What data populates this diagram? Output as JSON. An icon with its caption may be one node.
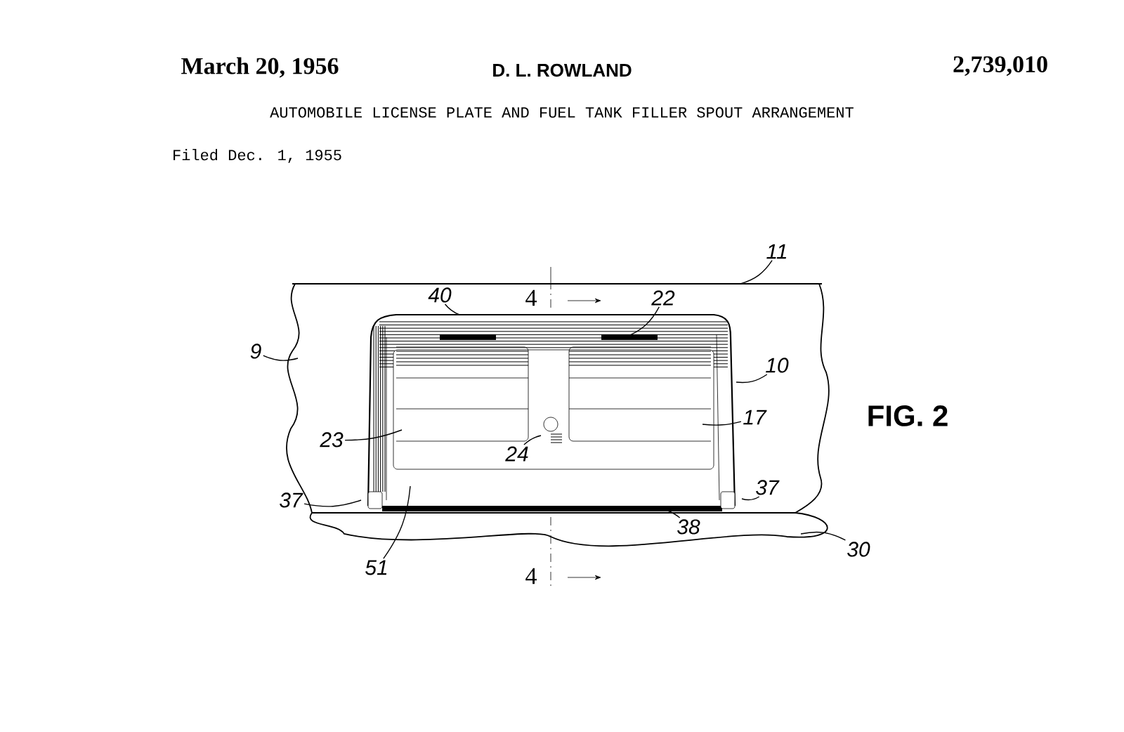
{
  "diagram": {
    "title": "AUTOMOBILE LICENSE PLATE AND FUEL TANK FILLER SPOUT ARRANGEMENT",
    "nodes": [
      {
        "text": [
          "11"
        ]
      },
      {
        "text": [
          "40"
        ]
      },
      {
        "text": [
          "22"
        ]
      },
      {
        "text": [
          "9"
        ]
      },
      {
        "text": [
          "10"
        ]
      },
      {
        "text": [
          "17"
        ]
      },
      {
        "text": [
          "23"
        ]
      },
      {
        "text": [
          "24"
        ]
      },
      {
        "text": [
          "37"
        ]
      },
      {
        "text": [
          "37"
        ]
      },
      {
        "text": [
          "38"
        ]
      },
      {
        "text": [
          "51"
        ]
      },
      {
        "text": [
          "30"
        ]
      }
    ],
    "edges": [
      {
        "from": 0,
        "to": null,
        "arrow": "none"
      },
      {
        "from": 1,
        "to": null,
        "arrow": "none"
      },
      {
        "from": 2,
        "to": null,
        "arrow": "none"
      },
      {
        "from": 3,
        "to": null,
        "arrow": "none"
      },
      {
        "from": 4,
        "to": null,
        "arrow": "none"
      },
      {
        "from": 5,
        "to": null,
        "arrow": "none"
      },
      {
        "from": 6,
        "to": null,
        "arrow": "none"
      },
      {
        "from": 7,
        "to": null,
        "arrow": "none"
      },
      {
        "from": 8,
        "to": null,
        "arrow": "none"
      },
      {
        "from": 9,
        "to": null,
        "arrow": "none"
      },
      {
        "from": 10,
        "to": null,
        "arrow": "none"
      },
      {
        "from": 11,
        "to": null,
        "arrow": "none"
      },
      {
        "from": 12,
        "to": null,
        "arrow": "none"
      }
    ],
    "labels": [
      "March 20, 1956",
      "D. L. ROWLAND",
      "2,739,010",
      "Filed Dec. 1, 1955",
      "4",
      "FIG. 2",
      "4"
    ]
  }
}
